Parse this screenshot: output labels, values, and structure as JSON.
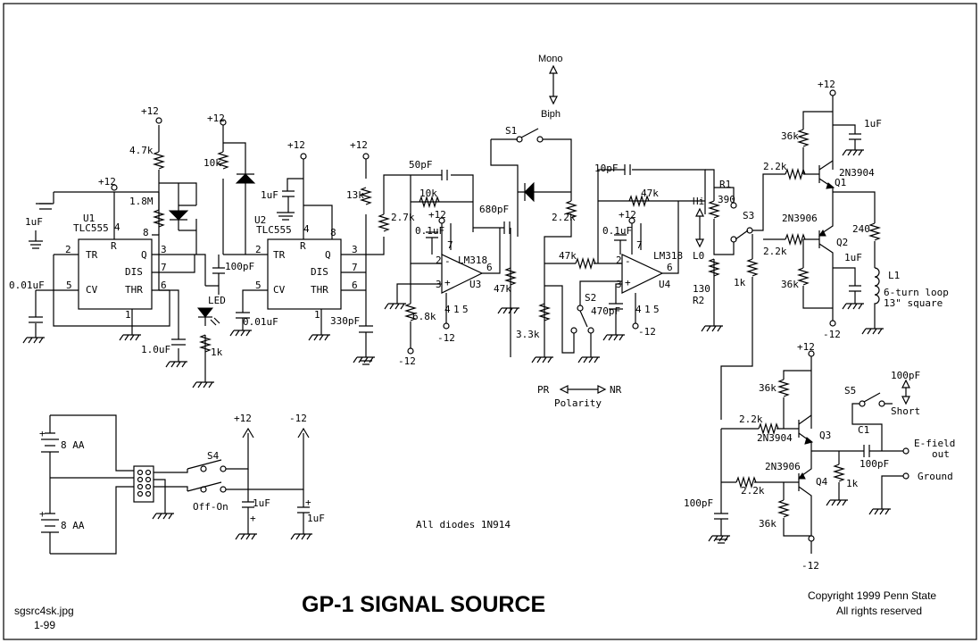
{
  "title": "GP-1 SIGNAL SOURCE",
  "file_name": "sgsrc4sk.jpg",
  "file_date": "1-99",
  "copyright_line1": "Copyright 1999 Penn State",
  "copyright_line2": "All rights reserved",
  "diode_note": "All diodes 1N914",
  "u1": {
    "ref": "U1",
    "part": "TLC555",
    "tr": "TR",
    "q": "Q",
    "dis": "DIS",
    "cv": "CV",
    "thr": "THR",
    "r": "R",
    "p2": "2",
    "p3": "3",
    "p4": "4",
    "p5": "5",
    "p6": "6",
    "p7": "7",
    "p8": "8",
    "p1": "1"
  },
  "u2": {
    "ref": "U2",
    "part": "TLC555",
    "tr": "TR",
    "q": "Q",
    "dis": "DIS",
    "cv": "CV",
    "thr": "THR",
    "r": "R",
    "p2": "2",
    "p3": "3",
    "p4": "4",
    "p5": "5",
    "p6": "6",
    "p7": "7",
    "p8": "8",
    "p1": "1"
  },
  "u3": {
    "ref": "U3",
    "part": "LM318",
    "p2": "2",
    "p3": "3",
    "p6": "6",
    "p7": "7",
    "p4": "4",
    "p1": "1",
    "p5": "5"
  },
  "u4": {
    "ref": "U4",
    "part": "LM318",
    "p2": "2",
    "p3": "3",
    "p6": "6",
    "p7": "7",
    "p4": "4",
    "p1": "1",
    "p5": "5"
  },
  "rails": {
    "p12": "+12",
    "m12": "-12"
  },
  "components": {
    "r47k_a": "4.7k",
    "r18m": "1.8M",
    "c1uf_a": "1uF",
    "c001_a": "0.01uF",
    "led": "LED",
    "r1k_led": "1k",
    "c10uf": "1.0uF",
    "r10k_a": "10k",
    "c100pf_a": "100pF",
    "c1uf_b": "1uF",
    "c001_b": "0.01uF",
    "r13k": "13k",
    "r27k": "2.7k",
    "c330pf": "330pF",
    "c50pf": "50pF",
    "r10k_b": "10k",
    "c680pf": "680pF",
    "c01uf_a": "0.1uF",
    "r47k_b": "47k",
    "r68k": "6.8k",
    "s1": "S1",
    "mono": "Mono",
    "biph": "Biph",
    "r22k_a": "2.2k",
    "r33k": "3.3k",
    "r47k_c": "47k",
    "c10pf": "10pF",
    "r47k_d": "47k",
    "c01uf_b": "0.1uF",
    "s2": "S2",
    "c470pf": "470pF",
    "pr": "PR",
    "nr": "NR",
    "polarity": "Polarity",
    "r1": "R1",
    "r390": "390",
    "hi": "Hi",
    "lo": "L0",
    "r130": "130",
    "r2": "R2",
    "s3": "S3",
    "r1k_s3": "1k",
    "r36k_a": "36k",
    "c1uf_q1": "1uF",
    "r22k_q1": "2.2k",
    "q1": "Q1",
    "q1_part": "2N3904",
    "q2_part": "2N3906",
    "q2": "Q2",
    "r22k_q2": "2.2k",
    "r240": "240",
    "l1": "L1",
    "loop1": "6-turn loop",
    "loop2": "13\" square",
    "r36k_b": "36k",
    "c1uf_q2": "1uF",
    "r36k_c": "36k",
    "r22k_q3": "2.2k",
    "q3_part": "2N3904",
    "q3": "Q3",
    "c1": "C1",
    "c100pf_c1": "100pF",
    "s5": "S5",
    "c100pf_s": "100pF",
    "short": "Short",
    "efield1": "E-field",
    "efield2": "out",
    "ground": "Ground",
    "q4_part": "2N3906",
    "q4": "Q4",
    "r22k_q4": "2.2k",
    "r1k_out": "1k",
    "c100pf_b": "100pF",
    "r36k_d": "36k",
    "batt1": "8 AA",
    "batt2": "8 AA",
    "s4": "S4",
    "offon": "Off-On",
    "c1uf_p": "1uF",
    "c1uf_m": "1uF"
  }
}
